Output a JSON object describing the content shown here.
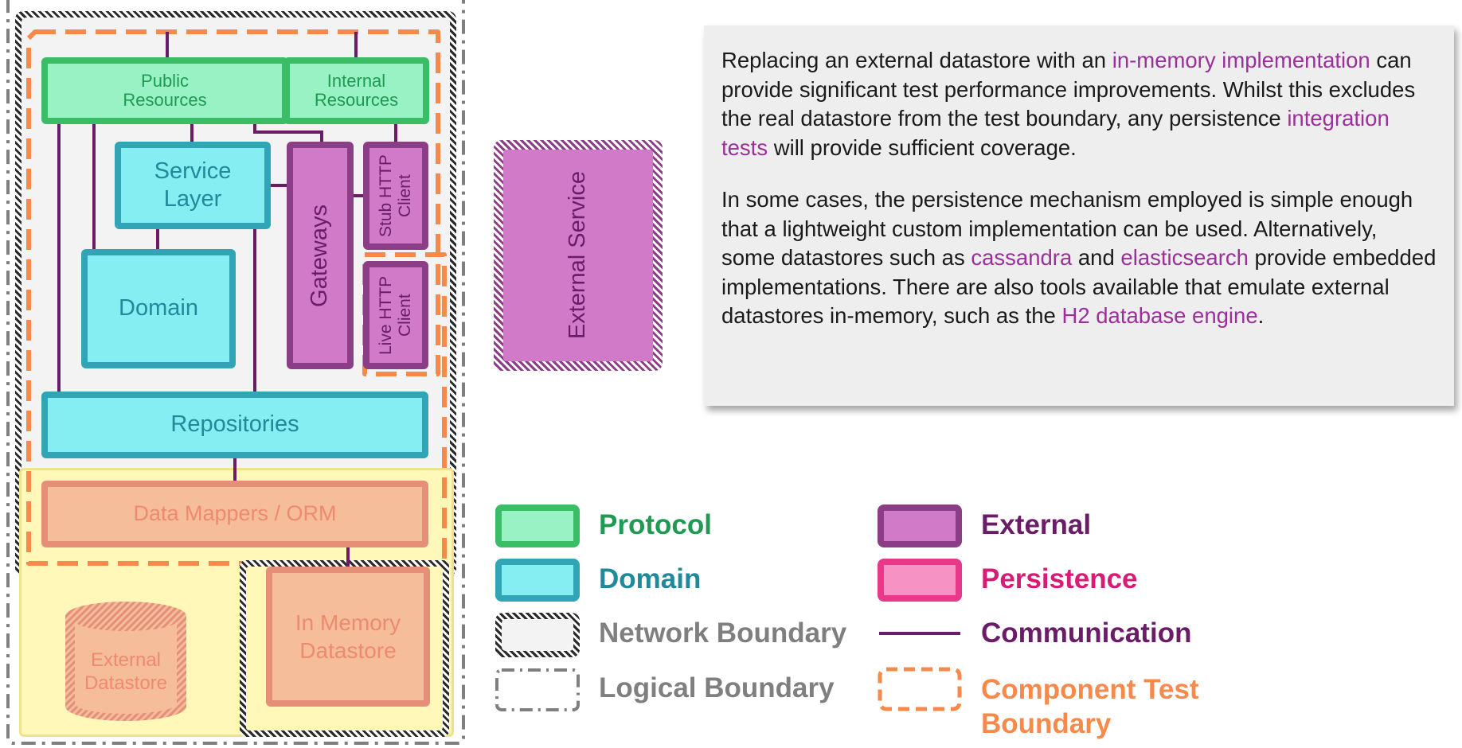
{
  "diagram": {
    "boxes": {
      "public_resources": "Public Resources",
      "internal_resources": "Internal Resources",
      "service_layer": "Service Layer",
      "gateways": "Gateways",
      "stub_http_client": "Stub HTTP Client",
      "live_http_client": "Live HTTP Client",
      "domain": "Domain",
      "repositories": "Repositories",
      "data_mappers": "Data Mappers / ORM",
      "in_memory_datastore": "In Memory Datastore",
      "external_datastore": "External Datastore",
      "external_service": "External Service"
    }
  },
  "description": {
    "p1": {
      "t1": "Replacing an external datastore with an ",
      "link1": "in-memory implementation",
      "t2": " can provide significant test performance improvements. Whilst this excludes the real datastore from the test boundary, any persistence ",
      "link2": "integration tests",
      "t3": " will provide sufficient coverage."
    },
    "p2": {
      "t1": "In some cases, the persistence mechanism employed is simple enough that a lightweight custom implementation can be used. Alternatively, some datastores such as ",
      "link1": "cassandra",
      "t2": " and ",
      "link2": "elasticsearch",
      "t3": " provide embedded implementations. There are also tools available that emulate external datastores in-memory, such as the ",
      "link3": "H2 database engine",
      "t4": "."
    }
  },
  "legend": {
    "protocol": "Protocol",
    "domain": "Domain",
    "network_boundary": "Network Boundary",
    "logical_boundary": "Logical Boundary",
    "external": "External",
    "persistence": "Persistence",
    "communication": "Communication",
    "component_test_boundary": "Component Test Boundary"
  },
  "colors": {
    "protocol": "#3bbd65",
    "domain": "#31a5b6",
    "external": "#8b3e86",
    "persistence": "#e8388a",
    "communication": "#6a1c68",
    "boundary_gray": "#7f7f7f",
    "component_test": "#f7894a",
    "link": "#9b2f9b"
  }
}
